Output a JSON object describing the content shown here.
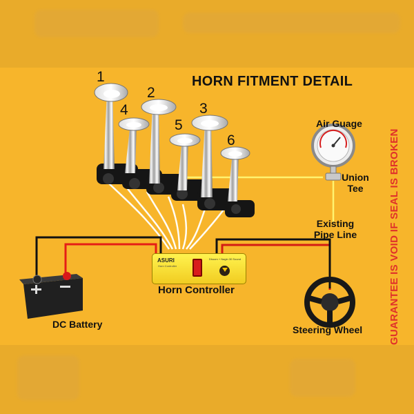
{
  "diagram": {
    "title": "HORN FITMENT DETAIL",
    "horn_numbers": [
      "1",
      "2",
      "3",
      "4",
      "5",
      "6"
    ],
    "labels": {
      "air_gauge": "Air Guage",
      "union_tee": "Union Tee",
      "existing_pipe_line": "Existing Pipe Line",
      "horn_controller": "Horn Controller",
      "dc_battery": "DC Battery",
      "steering_wheel": "Steering Wheel"
    },
    "guarantee_text": "GUARANTEE IS VOID IF SEAL IS BROKEN",
    "controller": {
      "brand": "ASURI",
      "subtitle": "Horn Controller",
      "mode_label": "Dhoom + Nagin 30 Sound"
    }
  }
}
